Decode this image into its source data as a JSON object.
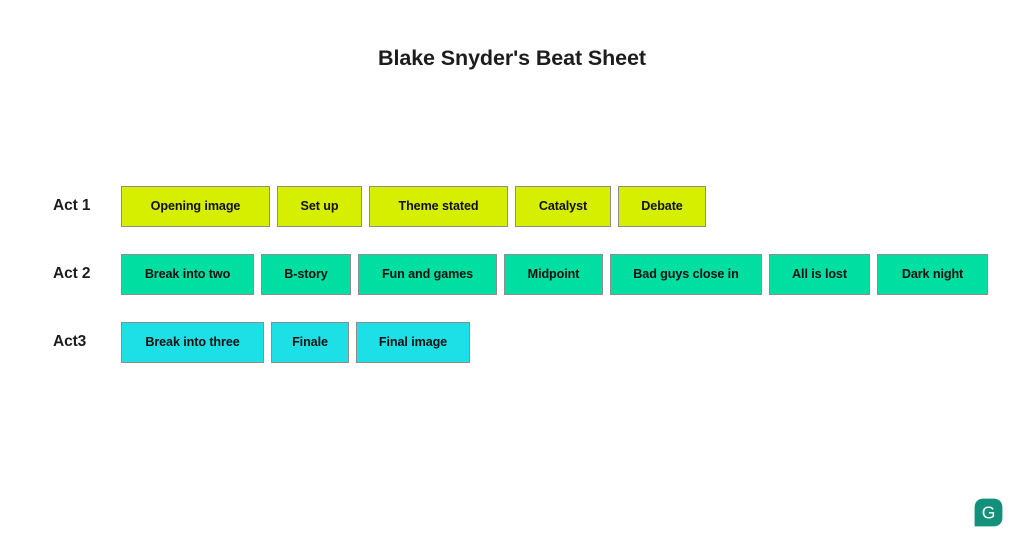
{
  "page": {
    "title": "Blake Snyder's Beat Sheet",
    "background_color": "#ffffff"
  },
  "colors": {
    "act1_fill": "#d6ee00",
    "act2_fill": "#00dfa2",
    "act3_fill": "#1ce0e6",
    "beat_border": "#8d8d8d",
    "text": "#111111",
    "title_text": "#1c1c1c",
    "logo": "#13907a"
  },
  "acts": [
    {
      "label": "Act 1",
      "fill": "#d6ee00",
      "beats": [
        {
          "label": "Opening image",
          "width": 149
        },
        {
          "label": "Set up",
          "width": 85
        },
        {
          "label": "Theme stated",
          "width": 139
        },
        {
          "label": "Catalyst",
          "width": 96
        },
        {
          "label": "Debate",
          "width": 88
        }
      ]
    },
    {
      "label": "Act 2",
      "fill": "#00dfa2",
      "beats": [
        {
          "label": "Break into two",
          "width": 133
        },
        {
          "label": "B-story",
          "width": 90
        },
        {
          "label": "Fun and games",
          "width": 139
        },
        {
          "label": "Midpoint",
          "width": 99
        },
        {
          "label": "Bad guys close in",
          "width": 152
        },
        {
          "label": "All is lost",
          "width": 101
        },
        {
          "label": "Dark night",
          "width": 111
        }
      ]
    },
    {
      "label": "Act3",
      "fill": "#1ce0e6",
      "beats": [
        {
          "label": "Break into three",
          "width": 143
        },
        {
          "label": "Finale",
          "width": 78
        },
        {
          "label": "Final image",
          "width": 114
        }
      ]
    }
  ],
  "logo": {
    "name": "grammarly-g-logo",
    "letter": "G",
    "color": "#13907a"
  }
}
